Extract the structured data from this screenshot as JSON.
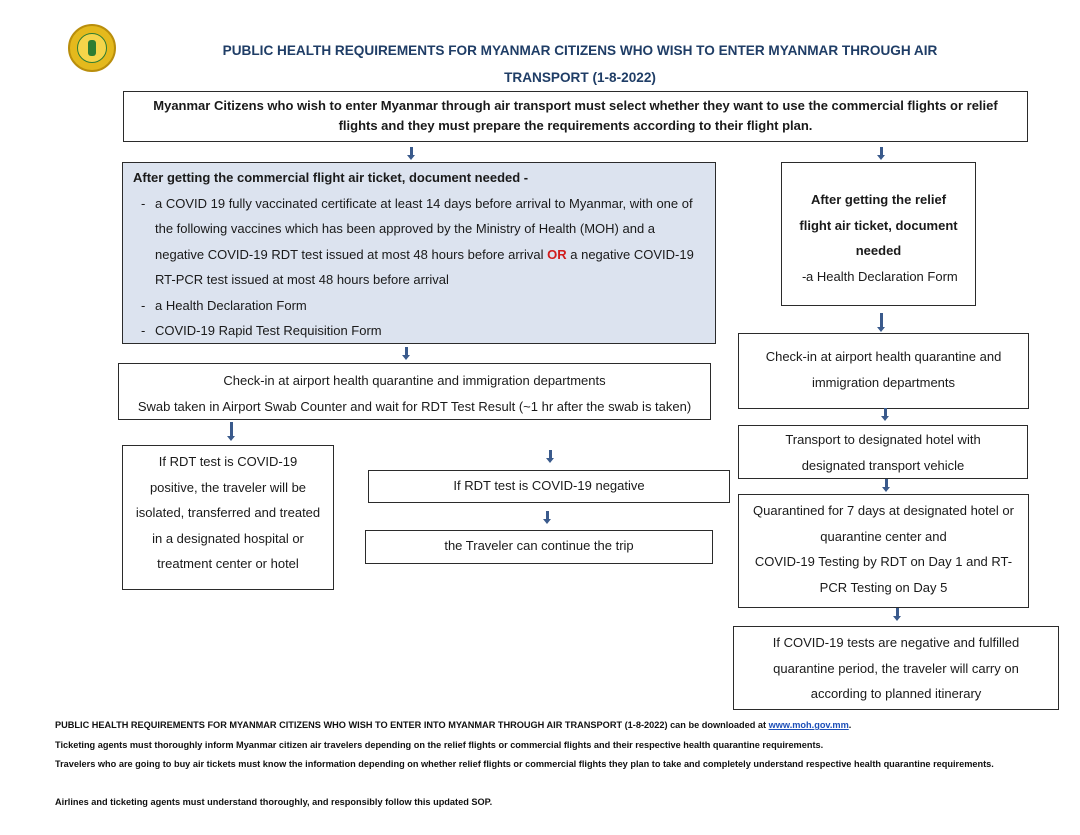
{
  "header": {
    "title_line1": "PUBLIC HEALTH REQUIREMENTS FOR MYANMAR CITIZENS WHO WISH TO ENTER MYANMAR THROUGH AIR",
    "title_line2": "TRANSPORT (1-8-2022)"
  },
  "intro": {
    "text": "Myanmar Citizens who wish to enter Myanmar through air transport must select whether they want to use the commercial flights or relief flights and they must prepare the requirements according to their flight plan."
  },
  "commercial": {
    "heading": "After getting the commercial flight air ticket, document needed -",
    "item1_pre": "a COVID 19 fully vaccinated certificate at least 14 days before arrival to Myanmar, with one of the following vaccines which has been approved by the Ministry of Health (MOH) and a negative COVID-19 RDT test issued at most 48 hours before arrival",
    "item1_or": "OR",
    "item1_post": "a negative COVID-19 RT-PCR test issued at most 48 hours before arrival",
    "item2": "a Health Declaration Form",
    "item3": "COVID-19 Rapid Test Requisition Form"
  },
  "relief": {
    "heading": "After getting the relief flight air ticket, document needed",
    "item1": "a Health Declaration Form"
  },
  "checkin_commercial": {
    "line1": "Check-in at airport health quarantine and immigration departments",
    "line2": "Swab taken in Airport Swab Counter and wait for RDT Test Result (~1 hr after the swab is taken)"
  },
  "positive": {
    "text": "If RDT test is COVID-19 positive, the traveler will be isolated, transferred and treated in a designated hospital or treatment center or hotel"
  },
  "negative": {
    "text": "If RDT test is COVID-19 negative"
  },
  "continue": {
    "text": "the Traveler can continue the trip"
  },
  "checkin_relief": {
    "text": "Check-in at airport health quarantine and immigration departments"
  },
  "transport": {
    "text": "Transport to designated hotel with designated transport vehicle"
  },
  "quarantine": {
    "line1": "Quarantined for 7 days at designated hotel or quarantine center and",
    "line2": "COVID-19 Testing by RDT on Day 1 and RT-PCR Testing on Day 5"
  },
  "final": {
    "text": "If COVID-19 tests are negative and fulfilled quarantine period, the traveler will carry on according to planned itinerary"
  },
  "footer": {
    "line1_text": "PUBLIC HEALTH REQUIREMENTS FOR MYANMAR CITIZENS WHO WISH TO ENTER INTO MYANMAR THROUGH AIR TRANSPORT (1-8-2022) can be downloaded at",
    "line1_link": "www.moh.gov.mm",
    "line2": "Ticketing agents must thoroughly inform Myanmar citizen air travelers depending on the relief flights or commercial flights and their respective health quarantine requirements.",
    "line3": "Travelers who are going to buy air tickets must know the information depending on whether relief flights or commercial flights they plan to take and completely understand respective health quarantine requirements.",
    "line4": "Airlines and ticketing agents must understand thoroughly, and responsibly follow this updated SOP."
  },
  "colors": {
    "title": "#1f3d66",
    "blue_box": "#dce3ef",
    "arrow": "#3a5a8c",
    "or_highlight": "#d11c1c",
    "link": "#1d4fb8"
  },
  "icons": [
    "ministry-of-health-logo",
    "arrow-down-icon"
  ]
}
